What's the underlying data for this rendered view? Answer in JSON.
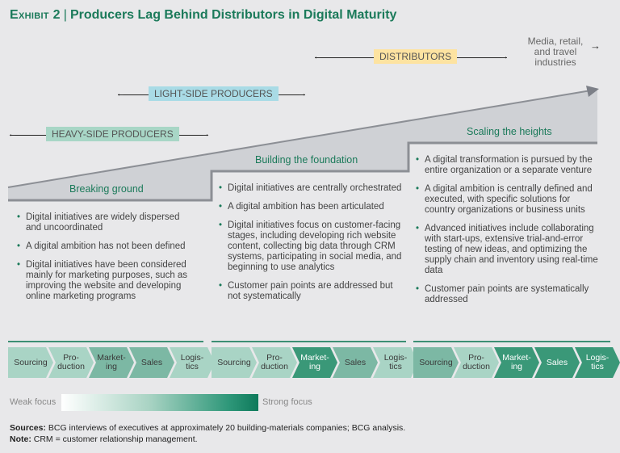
{
  "title": {
    "exhibit": "Exhibit 2",
    "text": "Producers Lag Behind Distributors in Digital Maturity"
  },
  "segments": {
    "distributors": "DISTRIBUTORS",
    "light_side": "LIGHT-SIDE PRODUCERS",
    "heavy_side": "HEAVY-SIDE PRODUCERS",
    "other": "Media, retail, and travel industries"
  },
  "colors": {
    "distributors": "#fde3a1",
    "light_side": "#a9dbe6",
    "heavy_side": "#a8d6c6",
    "accent": "#1b7a5a",
    "focus_1": "#a9d4c5",
    "focus_2": "#7cb8a4",
    "focus_3": "#3a9878"
  },
  "stages": [
    {
      "name": "Breaking ground",
      "bullets": [
        "Digital initiatives are widely dispersed and uncoordinated",
        "A digital ambition has not been defined",
        "Digital initiatives have been considered mainly for marketing purposes, such as improving the website and developing online marketing programs"
      ],
      "chain": [
        {
          "label": "Sourcing",
          "focus": 1
        },
        {
          "label": "Pro-duction",
          "focus": 1
        },
        {
          "label": "Market-ing",
          "focus": 2
        },
        {
          "label": "Sales",
          "focus": 2
        },
        {
          "label": "Logis-tics",
          "focus": 1
        }
      ]
    },
    {
      "name": "Building the foundation",
      "bullets": [
        "Digital initiatives are centrally orchestrated",
        "A digital ambition has been articulated",
        "Digital initiatives focus on customer-facing stages, including developing rich website content, collecting big data through CRM systems, participating in social media, and beginning to use analytics",
        "Customer pain points are addressed but not systematically"
      ],
      "chain": [
        {
          "label": "Sourcing",
          "focus": 1
        },
        {
          "label": "Pro-duction",
          "focus": 1
        },
        {
          "label": "Market-ing",
          "focus": 3
        },
        {
          "label": "Sales",
          "focus": 2
        },
        {
          "label": "Logis-tics",
          "focus": 1
        }
      ]
    },
    {
      "name": "Scaling the heights",
      "bullets": [
        "A digital transformation is pursued by the entire organization or a separate venture",
        "A digital ambition is centrally defined and executed, with specific solutions for country organizations or business units",
        "Advanced initiatives include collaborating with start-ups, extensive trial-and-error testing of new ideas, and optimizing the supply chain and inventory using real-time data",
        "Customer pain points are systematically addressed"
      ],
      "chain": [
        {
          "label": "Sourcing",
          "focus": 2
        },
        {
          "label": "Pro-duction",
          "focus": 1
        },
        {
          "label": "Market-ing",
          "focus": 3
        },
        {
          "label": "Sales",
          "focus": 3
        },
        {
          "label": "Logis-tics",
          "focus": 3
        }
      ]
    }
  ],
  "legend": {
    "weak": "Weak focus",
    "strong": "Strong focus"
  },
  "footer": {
    "sources_label": "Sources:",
    "sources": "BCG interviews of executives at approximately 20 building-materials companies; BCG analysis.",
    "note_label": "Note:",
    "note": "CRM = customer relationship management."
  }
}
